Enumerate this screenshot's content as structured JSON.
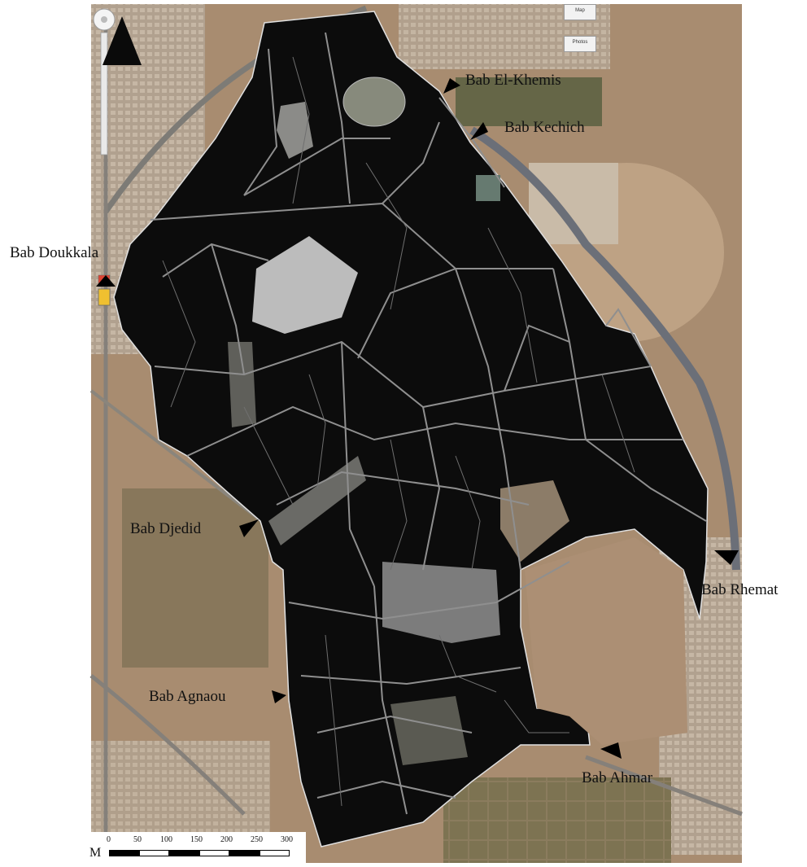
{
  "gates": [
    {
      "id": "bab-doukkala",
      "label": "Bab Doukkala"
    },
    {
      "id": "bab-el-khemis",
      "label": "Bab El-Khemis"
    },
    {
      "id": "bab-kechich",
      "label": "Bab Kechich"
    },
    {
      "id": "bab-djedid",
      "label": "Bab Djedid"
    },
    {
      "id": "bab-rhemat",
      "label": "Bab Rhemat"
    },
    {
      "id": "bab-agnaou",
      "label": "Bab Agnaou"
    },
    {
      "id": "bab-ahmar",
      "label": "Bab Ahmar"
    }
  ],
  "map_controls": {
    "map_label": "Map",
    "photos_label": "Photos"
  },
  "scale": {
    "unit": "M",
    "ticks": [
      "0",
      "50",
      "100",
      "150",
      "200",
      "250",
      "300"
    ]
  },
  "colors": {
    "medina": "#0c0c0c",
    "street": "#8f8f8f",
    "terrain": "#a88c70",
    "vegetation": "#6e6a4a",
    "urban": "#b3a594"
  },
  "icons": {
    "north": "north-arrow-icon",
    "gate": "gate-pointer-icon"
  }
}
